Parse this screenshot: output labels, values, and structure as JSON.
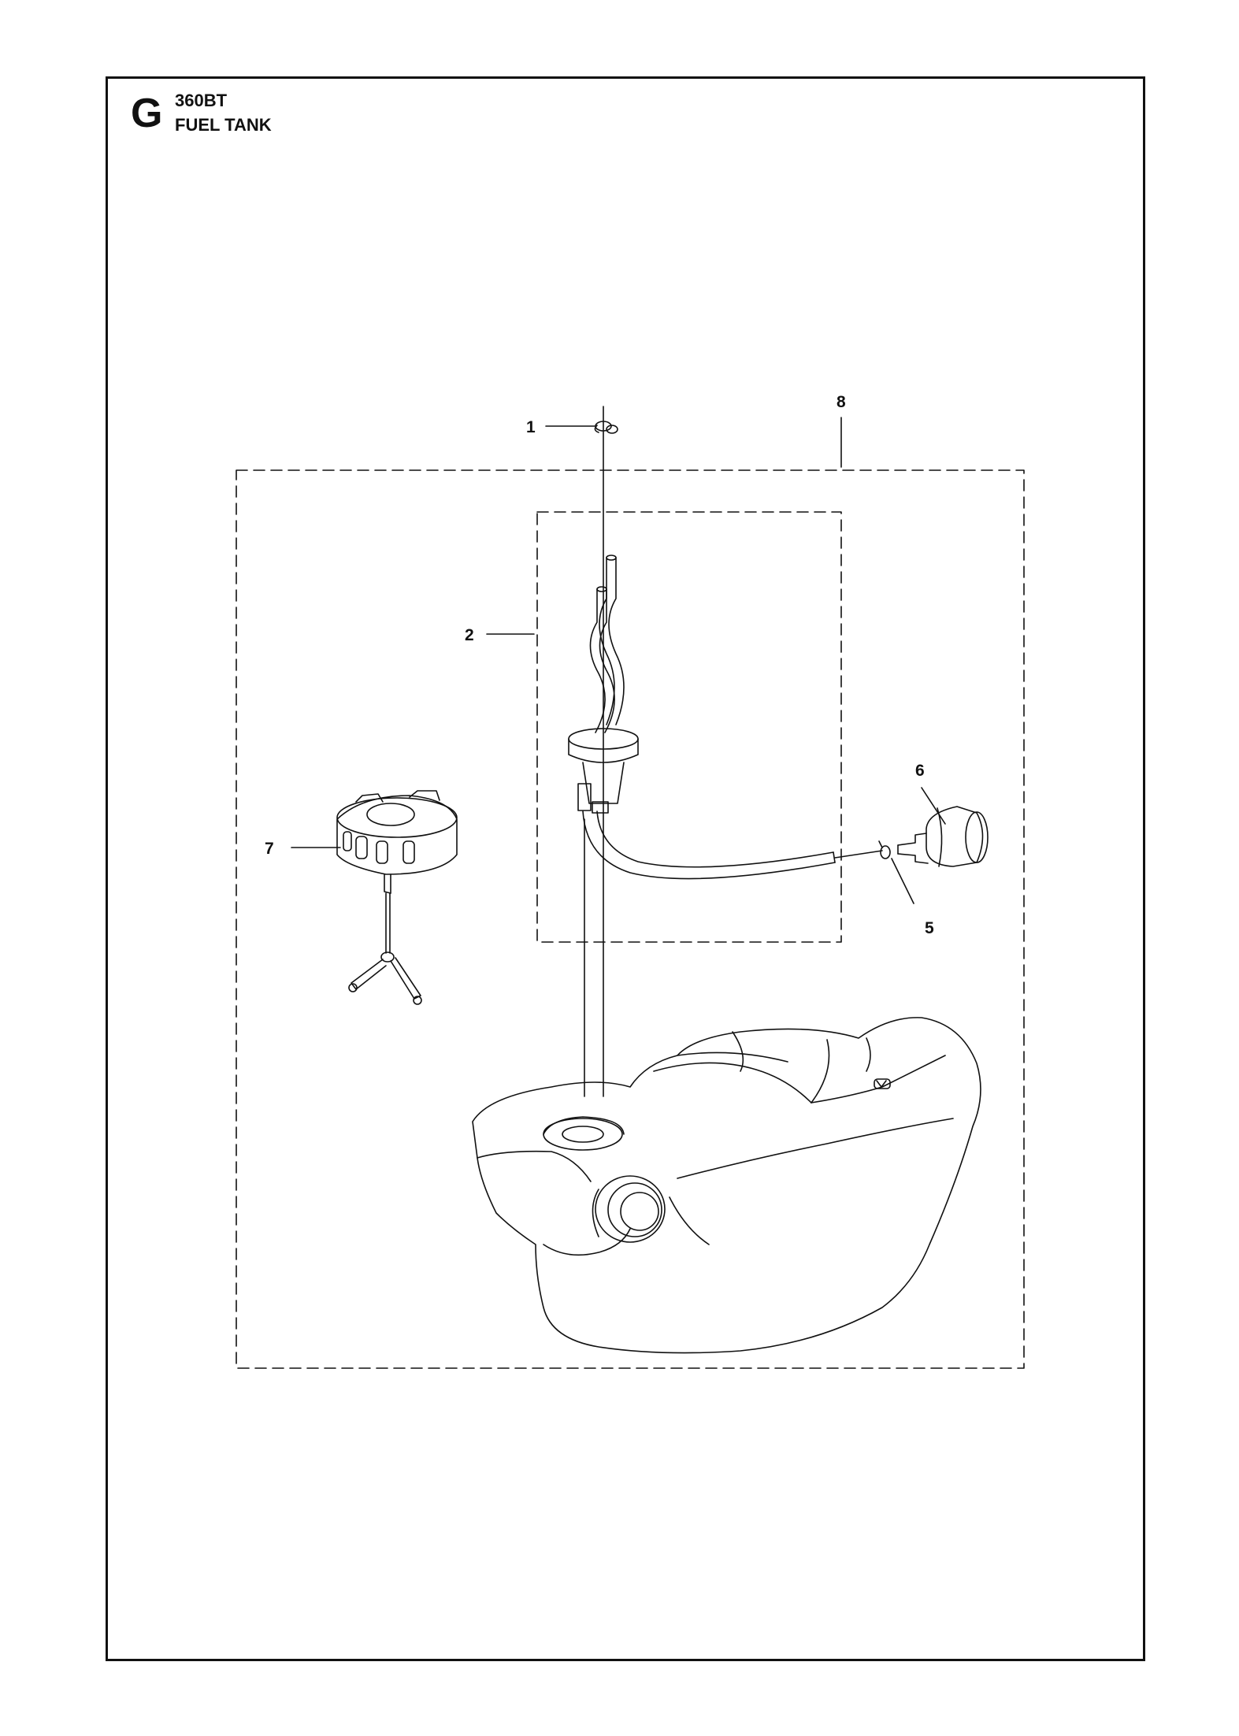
{
  "header": {
    "section_letter": "G",
    "model": "360BT",
    "title": "FUEL TANK"
  },
  "callouts": [
    {
      "id": "1",
      "label": "1",
      "part": "hose-clip"
    },
    {
      "id": "2",
      "label": "2",
      "part": "fuel-hose-assembly"
    },
    {
      "id": "5",
      "label": "5",
      "part": "clamp"
    },
    {
      "id": "6",
      "label": "6",
      "part": "fuel-filter"
    },
    {
      "id": "7",
      "label": "7",
      "part": "fuel-cap"
    },
    {
      "id": "8",
      "label": "8",
      "part": "fuel-tank-kit"
    }
  ],
  "colors": {
    "line": "#111111",
    "background": "#ffffff"
  }
}
